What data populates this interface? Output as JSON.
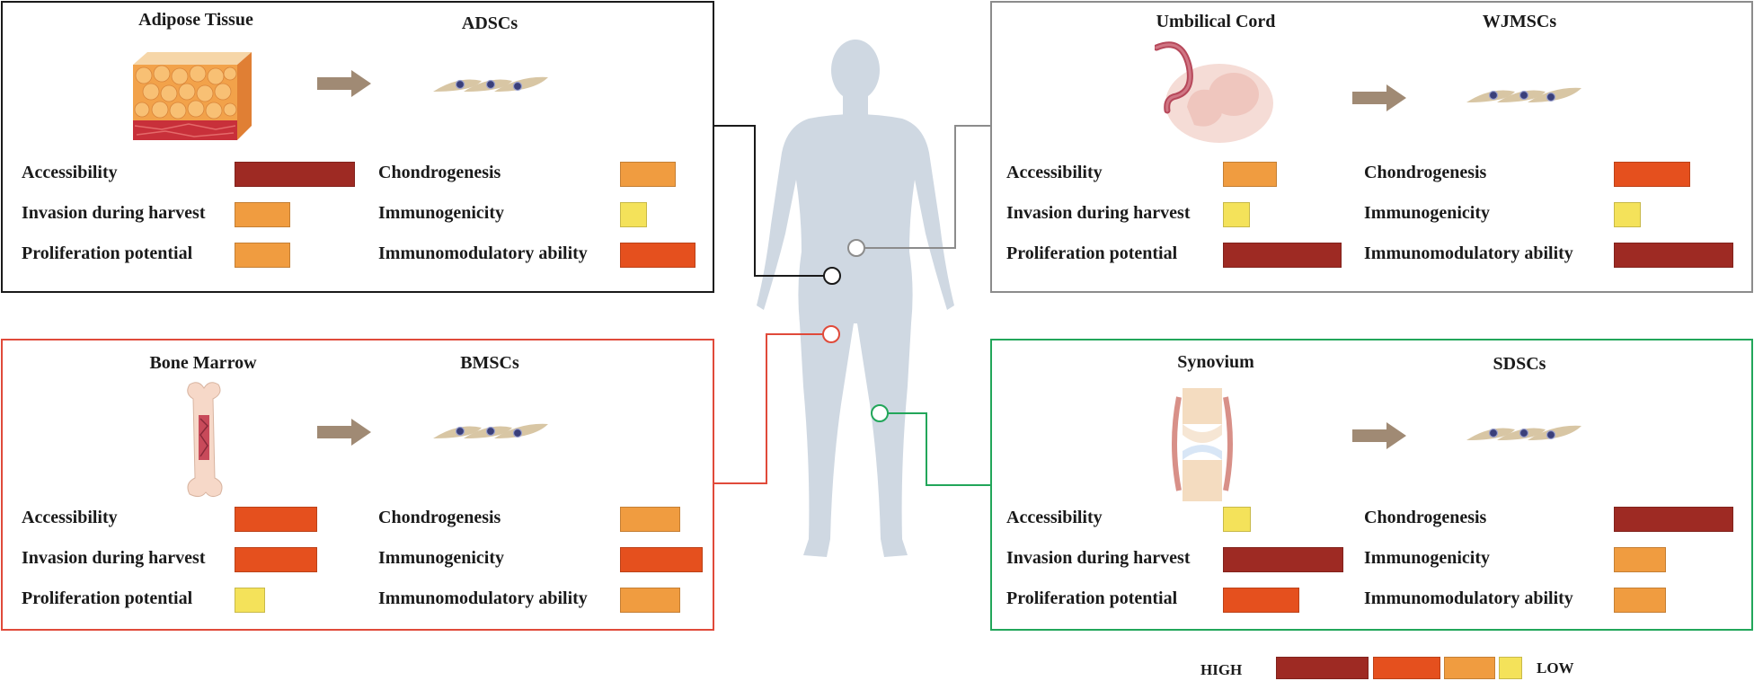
{
  "levels": {
    "high": "#9e2a23",
    "mid_high": "#e5501e",
    "mid_low": "#f09c40",
    "low": "#f4e25a"
  },
  "panels": {
    "adipose": {
      "tissue": "Adipose Tissue",
      "cells": "ADSCs",
      "border_color": "#1a1a1a",
      "rows": [
        {
          "label": "Accessibility",
          "level": "high"
        },
        {
          "label": "Invasion during harvest",
          "level": "mid_low"
        },
        {
          "label": "Proliferation potential",
          "level": "mid_low"
        },
        {
          "label": "Chondrogenesis",
          "level": "mid_low"
        },
        {
          "label": "Immunogenicity",
          "level": "low"
        },
        {
          "label": "Immunomodulatory ability",
          "level": "mid_high"
        }
      ]
    },
    "umbilical": {
      "tissue": "Umbilical Cord",
      "cells": "WJMSCs",
      "border_color": "#8c8c8c",
      "rows": [
        {
          "label": "Accessibility",
          "level": "mid_low"
        },
        {
          "label": "Invasion during harvest",
          "level": "low"
        },
        {
          "label": "Proliferation potential",
          "level": "high"
        },
        {
          "label": "Chondrogenesis",
          "level": "mid_high"
        },
        {
          "label": "Immunogenicity",
          "level": "low"
        },
        {
          "label": "Immunomodulatory ability",
          "level": "high"
        }
      ]
    },
    "bone": {
      "tissue": "Bone Marrow",
      "cells": "BMSCs",
      "border_color": "#e04a3a",
      "rows": [
        {
          "label": "Accessibility",
          "level": "mid_high"
        },
        {
          "label": "Invasion during harvest",
          "level": "mid_high"
        },
        {
          "label": "Proliferation potential",
          "level": "low"
        },
        {
          "label": "Chondrogenesis",
          "level": "mid_low"
        },
        {
          "label": "Immunogenicity",
          "level": "mid_high"
        },
        {
          "label": "Immunomodulatory ability",
          "level": "mid_low"
        }
      ]
    },
    "synovium": {
      "tissue": "Synovium",
      "cells": "SDSCs",
      "border_color": "#22a65a",
      "rows": [
        {
          "label": "Accessibility",
          "level": "low"
        },
        {
          "label": "Invasion during harvest",
          "level": "high"
        },
        {
          "label": "Proliferation potential",
          "level": "mid_high"
        },
        {
          "label": "Chondrogenesis",
          "level": "high"
        },
        {
          "label": "Immunogenicity",
          "level": "mid_low"
        },
        {
          "label": "Immunomodulatory ability",
          "level": "mid_low"
        }
      ]
    }
  },
  "legend": {
    "high_label": "HIGH",
    "low_label": "LOW",
    "order": [
      "high",
      "mid_high",
      "mid_low",
      "low"
    ]
  },
  "colors": {
    "body": "#cfd8e2",
    "arrow": "#a08a74",
    "cell_body": "#d8c6a4",
    "cell_nucleus": "#3a3f7a"
  }
}
